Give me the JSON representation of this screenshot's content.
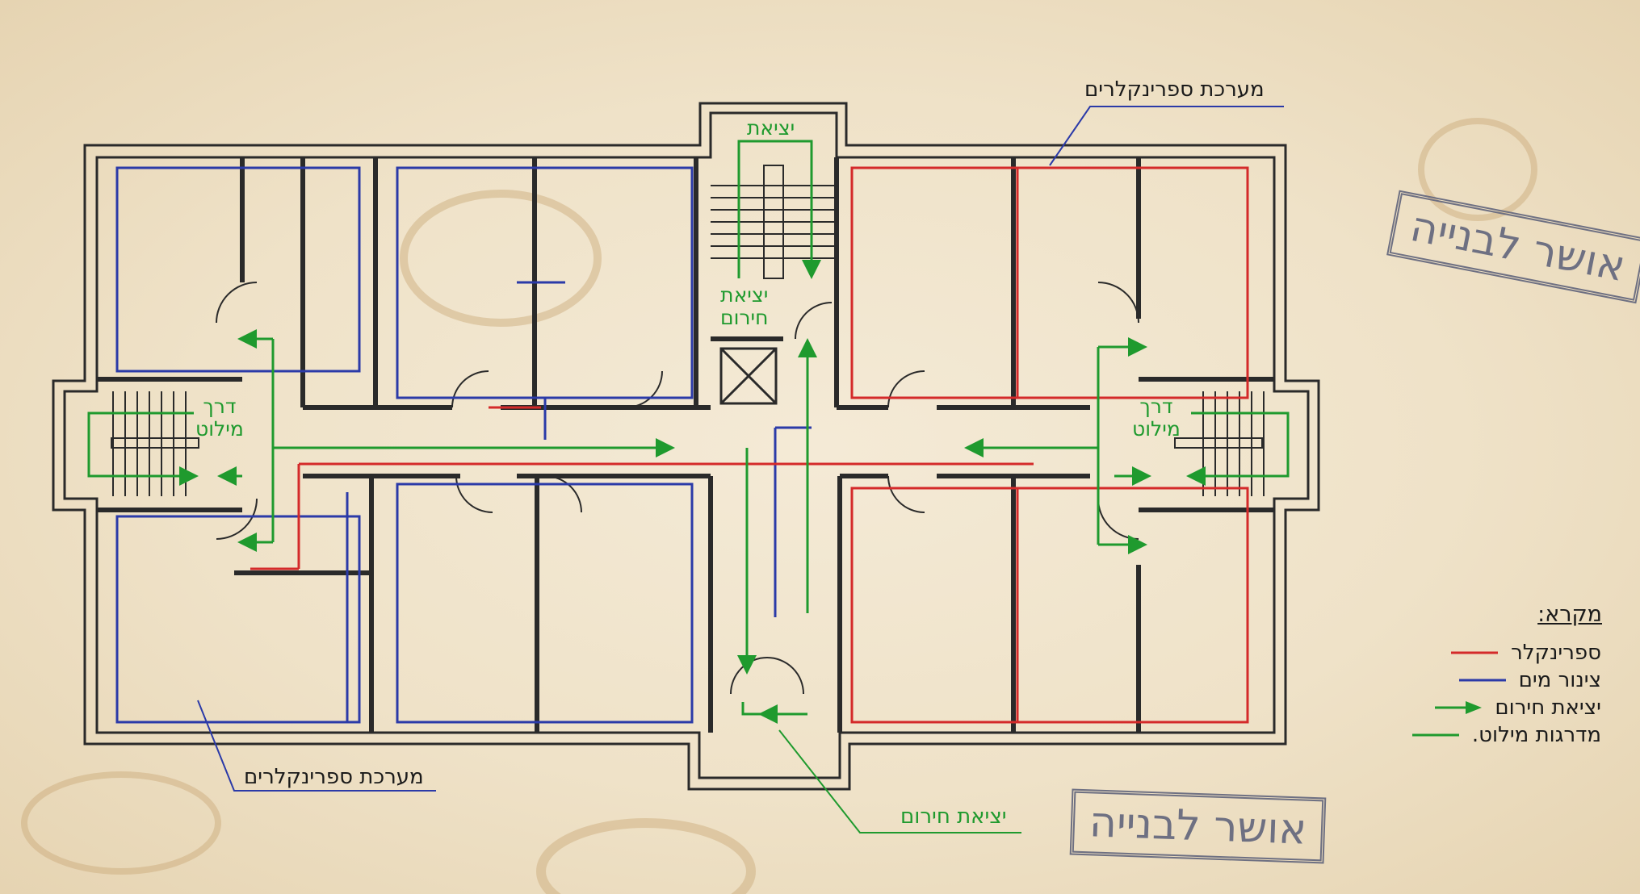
{
  "labels": {
    "sprinkler_system_top": "מערכת ספרינקלרים",
    "sprinkler_system_bottom": "מערכת ספרינקלרים",
    "top_exit": "יציאת",
    "stair_exit": "יציאת\nחירום",
    "escape_left": "דרך\nמילוט",
    "escape_right": "דרך\nמילוט",
    "bottom_exit": "יציאת חירום"
  },
  "legend": {
    "title": "מקרא:",
    "items": [
      {
        "label": "ספרינקלר",
        "color": "#d42a2a",
        "symbol": "line"
      },
      {
        "label": "צינור מים",
        "color": "#2b3aa8",
        "symbol": "line"
      },
      {
        "label": "יציאת חירום",
        "color": "#1f9a2e",
        "symbol": "arrow"
      },
      {
        "label": "מדרגות מילוט.",
        "color": "#1f9a2e",
        "symbol": "line"
      }
    ]
  },
  "stamps": [
    {
      "text": "אושר לבנייה"
    },
    {
      "text": "אושר לבנייה"
    }
  ],
  "colors": {
    "wall": "#2a2a2a",
    "sprinkler_red": "#d42a2a",
    "water_blue": "#2b3aa8",
    "exit_green": "#1f9a2e",
    "paper": "#efe2c8"
  }
}
